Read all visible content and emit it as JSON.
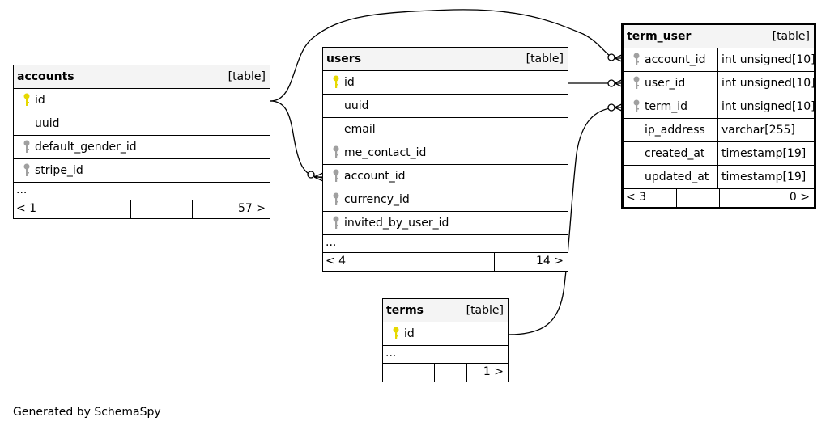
{
  "tables": {
    "accounts": {
      "name": "accounts",
      "kind": "[table]",
      "columns": [
        {
          "name": "id",
          "key": "primary"
        },
        {
          "name": "uuid",
          "key": "none"
        },
        {
          "name": "default_gender_id",
          "key": "foreign"
        },
        {
          "name": "stripe_id",
          "key": "foreign"
        }
      ],
      "ellipsis": "...",
      "footer": {
        "parents": "< 1",
        "children": "57 >"
      }
    },
    "users": {
      "name": "users",
      "kind": "[table]",
      "columns": [
        {
          "name": "id",
          "key": "primary"
        },
        {
          "name": "uuid",
          "key": "none"
        },
        {
          "name": "email",
          "key": "none"
        },
        {
          "name": "me_contact_id",
          "key": "foreign"
        },
        {
          "name": "account_id",
          "key": "foreign"
        },
        {
          "name": "currency_id",
          "key": "foreign"
        },
        {
          "name": "invited_by_user_id",
          "key": "foreign"
        }
      ],
      "ellipsis": "...",
      "footer": {
        "parents": "< 4",
        "children": "14 >"
      }
    },
    "term_user": {
      "name": "term_user",
      "kind": "[table]",
      "columns": [
        {
          "name": "account_id",
          "type": "int unsigned[10]",
          "key": "foreign"
        },
        {
          "name": "user_id",
          "type": "int unsigned[10]",
          "key": "foreign"
        },
        {
          "name": "term_id",
          "type": "int unsigned[10]",
          "key": "foreign"
        },
        {
          "name": "ip_address",
          "type": "varchar[255]",
          "key": "none"
        },
        {
          "name": "created_at",
          "type": "timestamp[19]",
          "key": "none"
        },
        {
          "name": "updated_at",
          "type": "timestamp[19]",
          "key": "none"
        }
      ],
      "footer": {
        "parents": "< 3",
        "children": "0 >"
      }
    },
    "terms": {
      "name": "terms",
      "kind": "[table]",
      "columns": [
        {
          "name": "id",
          "key": "primary"
        }
      ],
      "ellipsis": "...",
      "footer": {
        "parents": "",
        "children": "1 >"
      }
    }
  },
  "relationships": [
    {
      "from": "term_user.account_id",
      "to": "accounts.id"
    },
    {
      "from": "users.account_id",
      "to": "accounts.id"
    },
    {
      "from": "term_user.user_id",
      "to": "users.id"
    },
    {
      "from": "term_user.term_id",
      "to": "terms.id"
    }
  ],
  "colors": {
    "primary_key": "#e6d800",
    "foreign_key": "#a0a0a0",
    "header_bg": "#f4f4f4"
  },
  "generated_by": "Generated by SchemaSpy"
}
